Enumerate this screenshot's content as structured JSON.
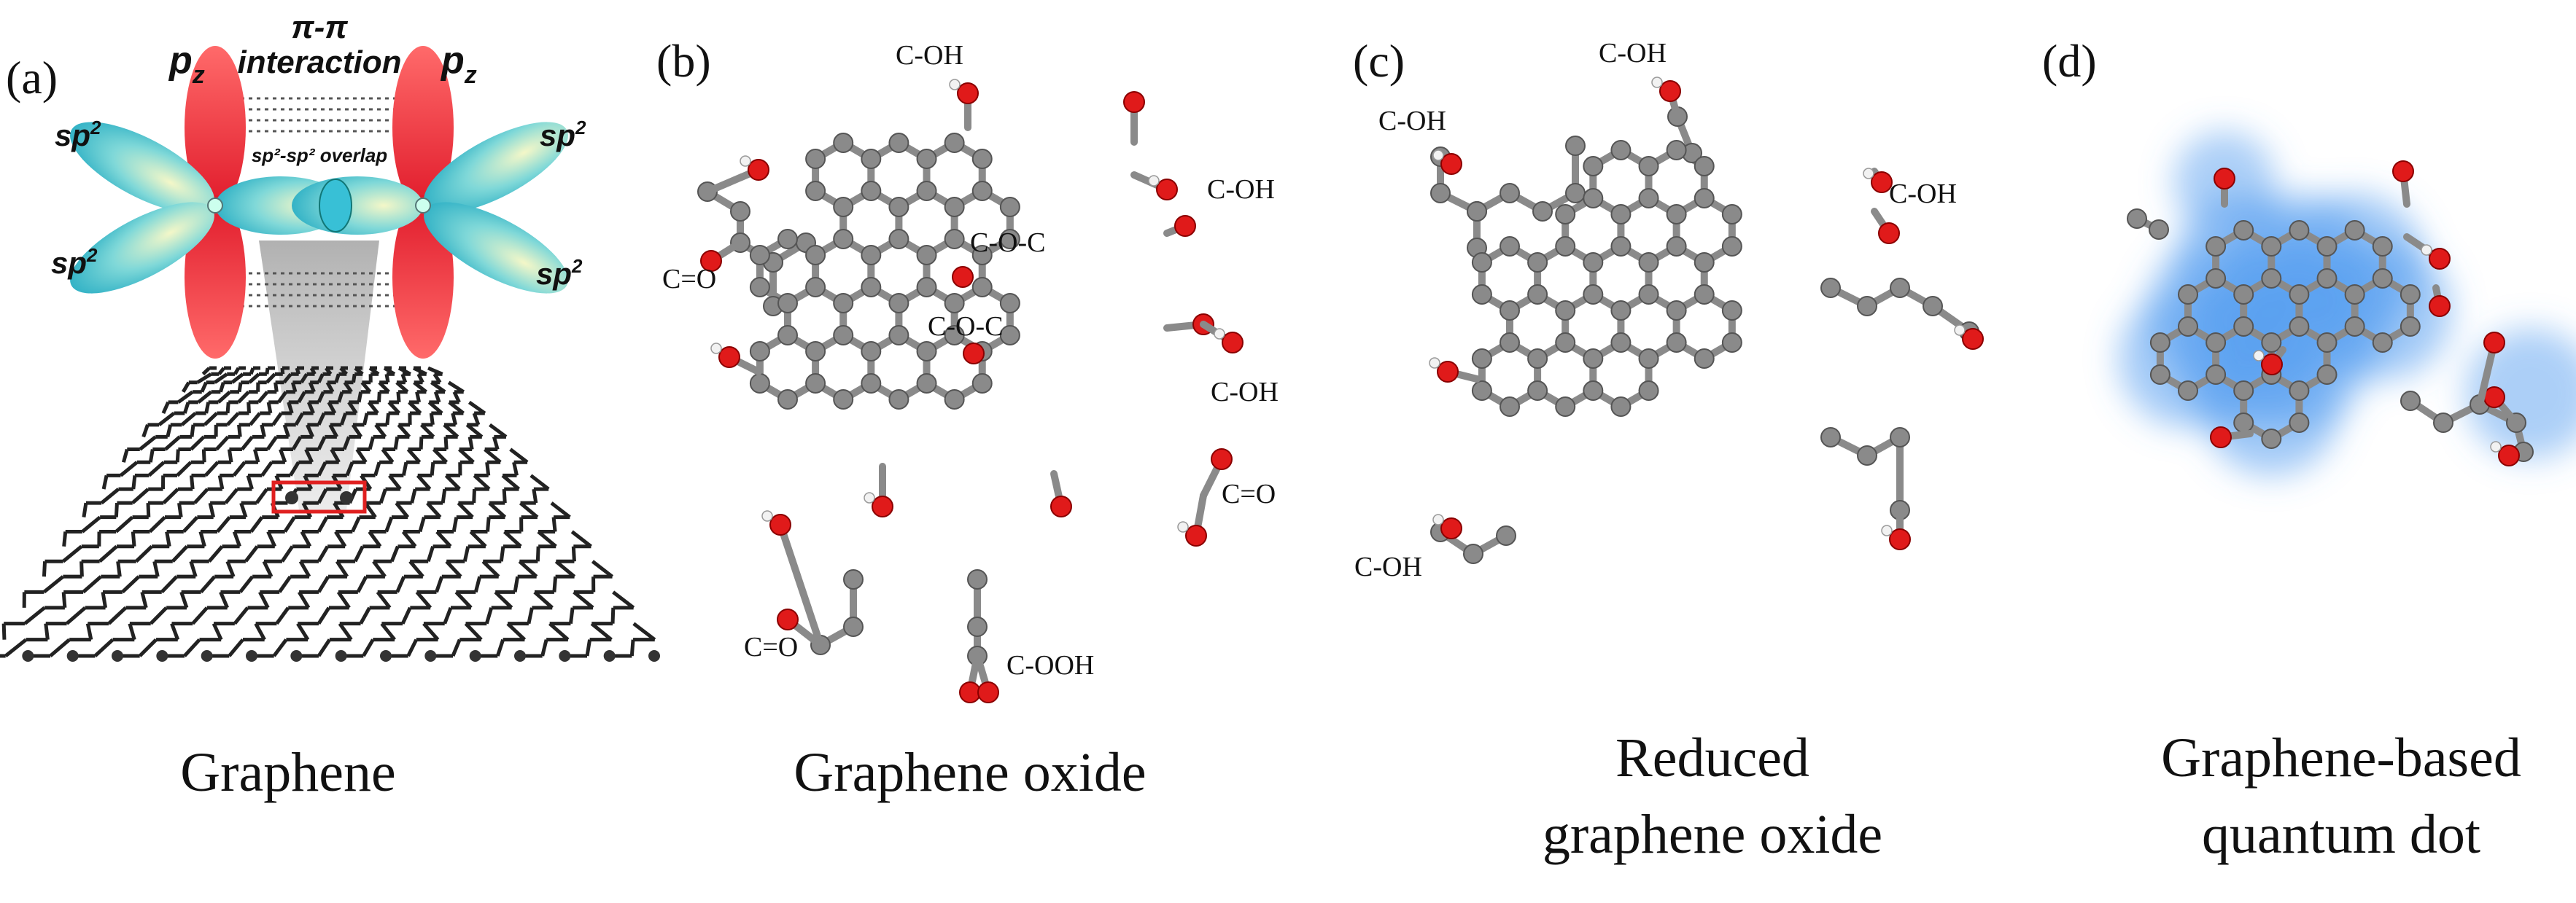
{
  "panels": [
    {
      "id": "a",
      "label": "(a)",
      "title": "Graphene"
    },
    {
      "id": "b",
      "label": "(b)",
      "title": "Graphene oxide"
    },
    {
      "id": "c",
      "label": "(c)",
      "title_line1": "Reduced",
      "title_line2": "graphene oxide"
    },
    {
      "id": "d",
      "label": "(d)",
      "title_line1": "Graphene-based",
      "title_line2": "quantum dot"
    }
  ],
  "orbitals": {
    "pz_left": "p",
    "pz_right": "p",
    "pz_sub": "z",
    "pi_pi_line1": "π-π",
    "pi_pi_line2": "interaction",
    "sp2": "sp",
    "sp2_sup": "2",
    "overlap": "sp²-sp² overlap"
  },
  "go_labels": [
    "C-OH",
    "C-OH",
    "C-O-C",
    "C-O-C",
    "C=O",
    "C-OH",
    "C=O",
    "C=O",
    "C-OOH"
  ],
  "rgo_labels": [
    "C-OH",
    "C-OH",
    "C-OH",
    "C-OH"
  ],
  "colors": {
    "carbon": "#8a8a8a",
    "oxygen": "#e01a1a",
    "hydrogen": "#f2f2f2",
    "pz_orbital": "#e8303a",
    "sp2_orbital": "#1ab4c8",
    "qd_glow": "#5aa0f0",
    "highlight_box": "#e02020"
  }
}
